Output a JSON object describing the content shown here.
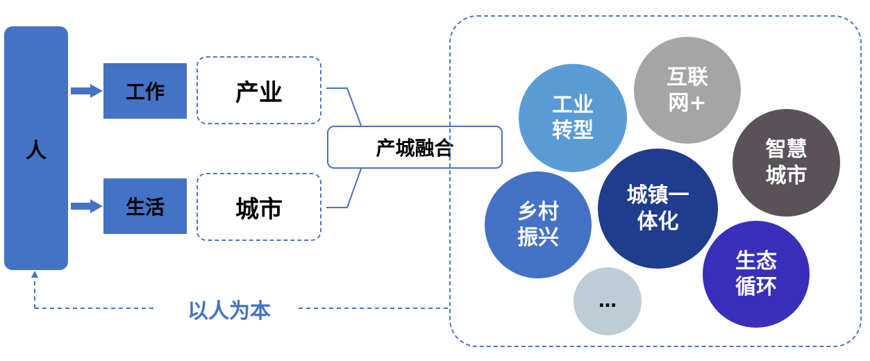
{
  "person": {
    "label": "人"
  },
  "branches": [
    {
      "role": "工作",
      "field": "产业"
    },
    {
      "role": "生活",
      "field": "城市"
    }
  ],
  "merge": {
    "label": "产城融合"
  },
  "footer": {
    "label": "以人为本"
  },
  "circles": [
    {
      "lines": [
        "工业",
        "转型"
      ],
      "color": "#5b9bd5"
    },
    {
      "lines": [
        "互联",
        "网+"
      ],
      "color": "#a5a5a5"
    },
    {
      "lines": [
        "智慧",
        "城市"
      ],
      "color": "#595259"
    },
    {
      "lines": [
        "乡村",
        "振兴"
      ],
      "color": "#4472c4"
    },
    {
      "lines": [
        "城镇一",
        "体化"
      ],
      "color": "#203c8c"
    },
    {
      "lines": [
        "生态",
        "循环"
      ],
      "color": "#3a2fb8"
    },
    {
      "lines": [
        "…"
      ],
      "color": "#bdcdd6"
    }
  ],
  "colors": {
    "primary_blue": "#4472c4",
    "dashed_border": "#4a76c4"
  },
  "icons": {
    "branch_arrow": "right-arrow-icon",
    "feedback_arrow": "up-arrow-icon"
  }
}
